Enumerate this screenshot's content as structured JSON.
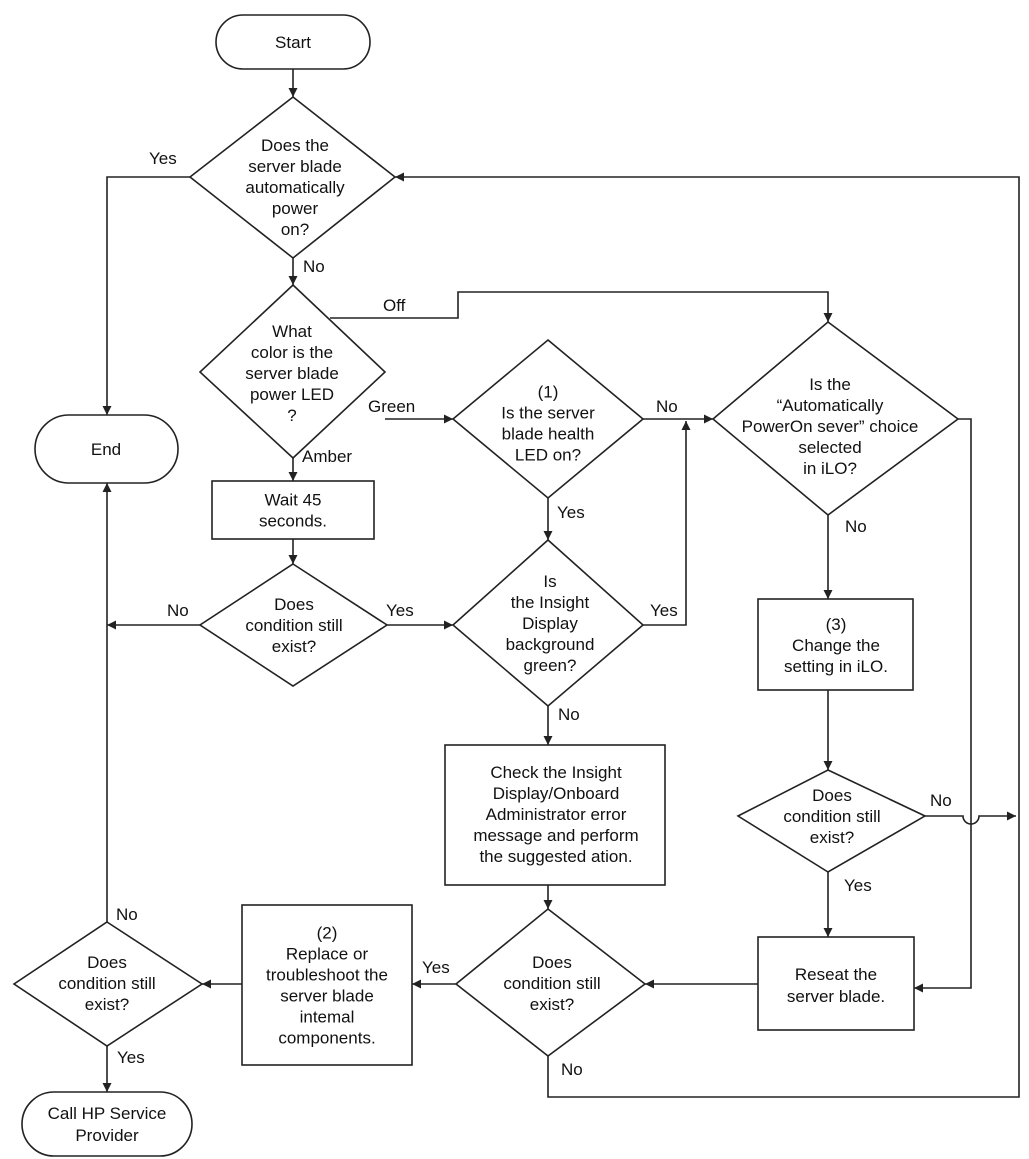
{
  "diagram": {
    "nodes": {
      "start": [
        "Start"
      ],
      "auto_power": [
        "Does the",
        "server blade",
        "automatically",
        "power",
        "on?"
      ],
      "end": [
        "End"
      ],
      "led_color": [
        "What",
        "color is the",
        "server blade",
        "power LED",
        "?"
      ],
      "health_led": [
        "(1)",
        "Is the server",
        "blade health",
        "LED on?"
      ],
      "ilo_choice": [
        "Is the",
        "“Automatically",
        "PowerOn sever” choice",
        "selected",
        "in iLO?"
      ],
      "wait": [
        "Wait 45",
        "seconds."
      ],
      "cond_a": [
        "Does",
        "condition still",
        "exist?"
      ],
      "insight_green": [
        "Is",
        "the Insight",
        "Display",
        "background",
        "green?"
      ],
      "change_ilo": [
        "(3)",
        "Change the",
        "setting in iLO."
      ],
      "check_insight": [
        "Check the Insight",
        "Display/Onboard",
        "Administrator error",
        "message and perform",
        "the suggested ation."
      ],
      "cond_c": [
        "Does",
        "condition still",
        "exist?"
      ],
      "replace": [
        "(2)",
        "Replace or",
        "troubleshoot the",
        "server blade",
        "intemal",
        "components."
      ],
      "cond_b": [
        "Does",
        "condition still",
        "exist?"
      ],
      "reseat": [
        "Reseat the",
        "server blade."
      ],
      "cond_d": [
        "Does",
        "condition still",
        "exist?"
      ],
      "call_hp": [
        "Call HP Service",
        "Provider"
      ]
    },
    "edge_labels": {
      "auto_yes": "Yes",
      "auto_no": "No",
      "led_off": "Off",
      "led_green": "Green",
      "led_amber": "Amber",
      "health_no": "No",
      "health_yes": "Yes",
      "cond_a_no": "No",
      "cond_a_yes": "Yes",
      "insight_yes": "Yes",
      "insight_no": "No",
      "ilo_no": "No",
      "cond_c_no": "No",
      "cond_c_yes": "Yes",
      "cond_b_yes": "Yes",
      "cond_b_no": "No",
      "cond_d_no": "No",
      "cond_d_yes": "Yes"
    }
  }
}
